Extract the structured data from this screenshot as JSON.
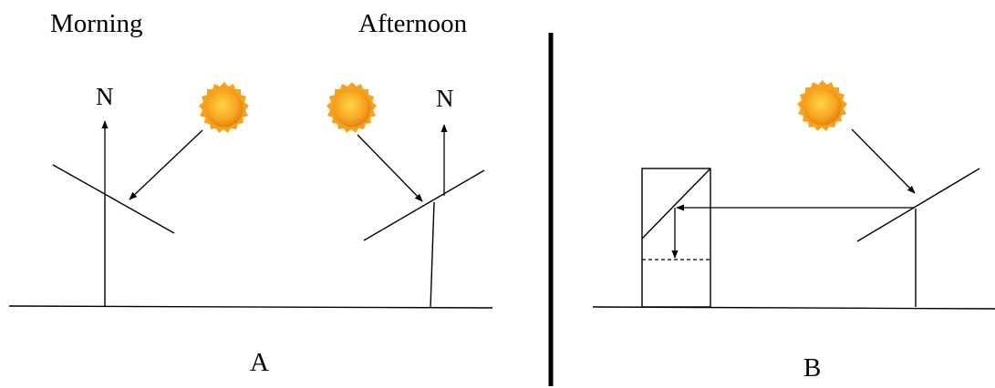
{
  "panel_a": {
    "morning_label": "Morning",
    "afternoon_label": "Afternoon",
    "north_label_left": "N",
    "north_label_right": "N",
    "panel_label": "A"
  },
  "panel_b": {
    "panel_label": "B"
  },
  "colors": {
    "sun_core": "#f7a51e",
    "sun_light": "#ffd54a",
    "sun_dark": "#e07f0e",
    "line": "#000000"
  },
  "icons": {
    "sun": "sun-icon"
  }
}
